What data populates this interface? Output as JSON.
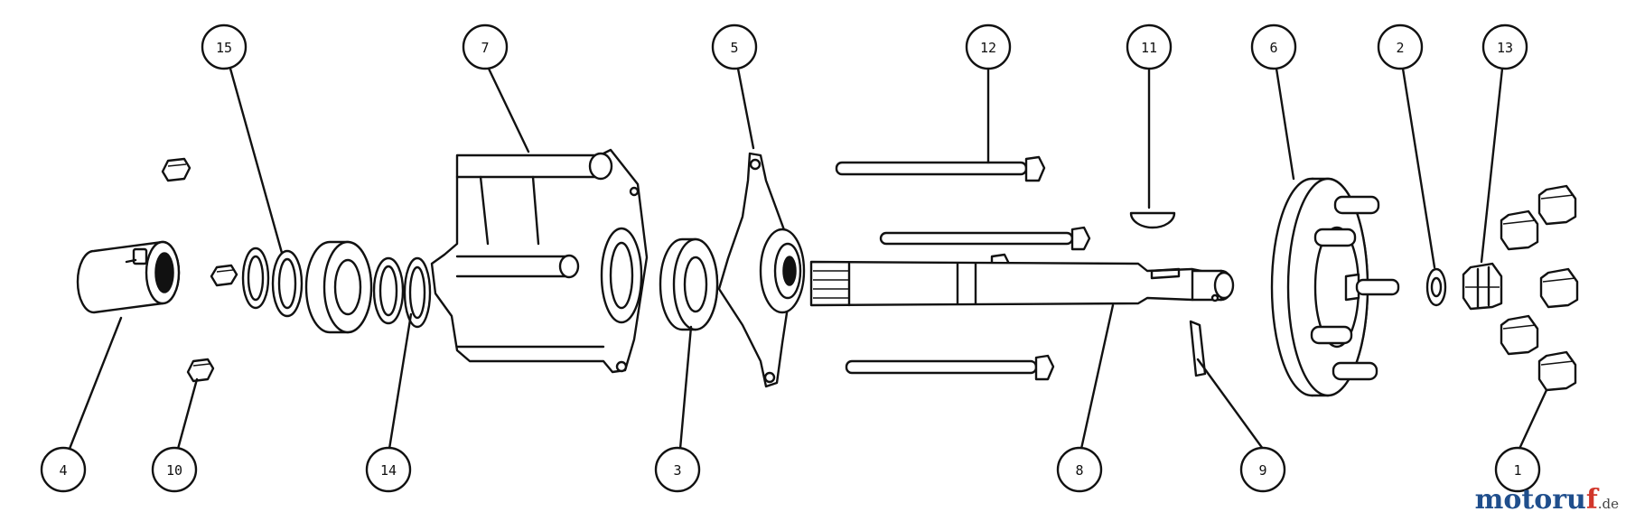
{
  "diagram": {
    "callouts": [
      {
        "id": "c15",
        "label": "15"
      },
      {
        "id": "c7",
        "label": "7"
      },
      {
        "id": "c5",
        "label": "5"
      },
      {
        "id": "c12",
        "label": "12"
      },
      {
        "id": "c11",
        "label": "11"
      },
      {
        "id": "c6",
        "label": "6"
      },
      {
        "id": "c2",
        "label": "2"
      },
      {
        "id": "c13",
        "label": "13"
      },
      {
        "id": "c4",
        "label": "4"
      },
      {
        "id": "c10",
        "label": "10"
      },
      {
        "id": "c14",
        "label": "14"
      },
      {
        "id": "c3",
        "label": "3"
      },
      {
        "id": "c8",
        "label": "8"
      },
      {
        "id": "c9",
        "label": "9"
      },
      {
        "id": "c1",
        "label": "1"
      }
    ]
  },
  "watermark": {
    "text_main": "motoru",
    "text_accent": "f",
    "text_tld": ".de",
    "colors": {
      "main": "#1f4e8c",
      "accent": "#d1362a"
    }
  }
}
